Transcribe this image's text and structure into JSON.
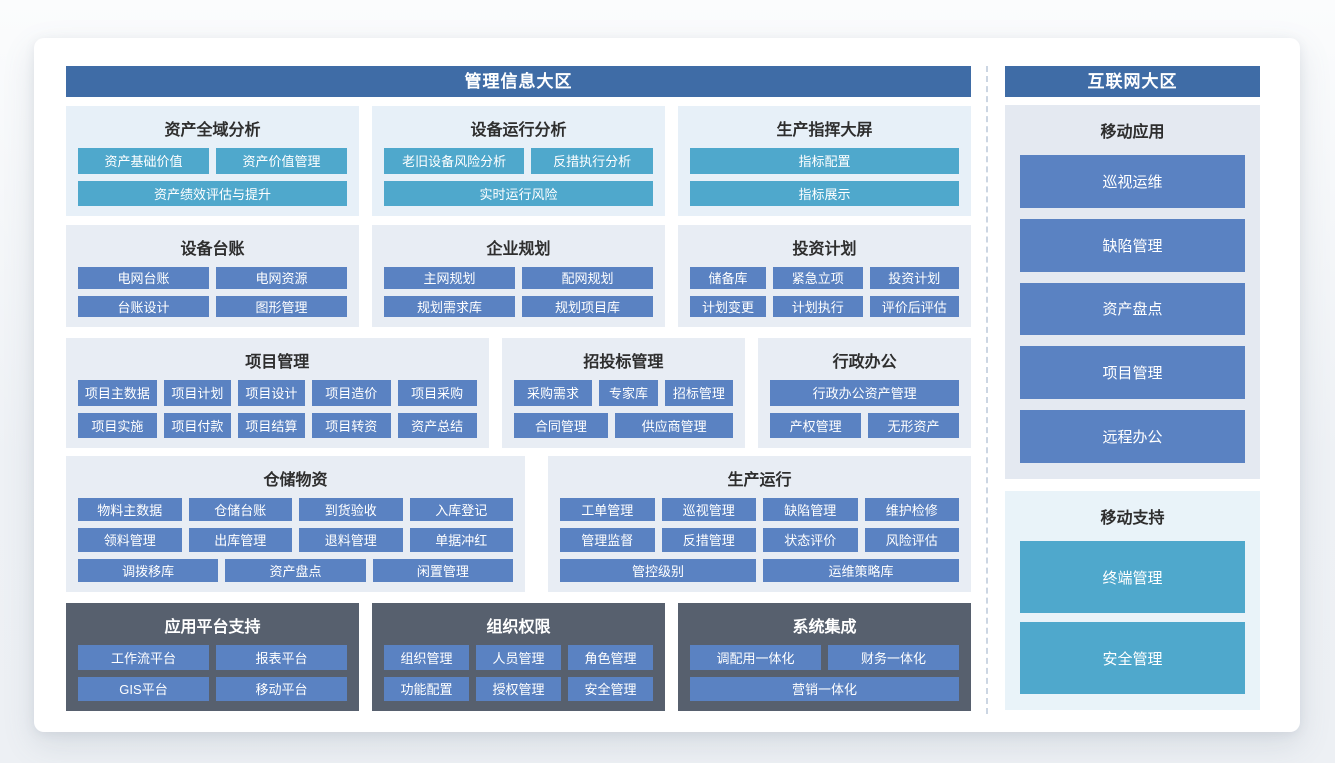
{
  "left_zone": {
    "header": "管理信息大区"
  },
  "right_zone": {
    "header": "互联网大区"
  },
  "panels": {
    "asset_analysis": {
      "title": "资产全域分析",
      "rows": [
        [
          "资产基础价值",
          "资产价值管理"
        ],
        [
          "资产绩效评估与提升"
        ]
      ]
    },
    "device_analysis": {
      "title": "设备运行分析",
      "rows": [
        [
          "老旧设备风险分析",
          "反措执行分析"
        ],
        [
          "实时运行风险"
        ]
      ]
    },
    "production_screen": {
      "title": "生产指挥大屏",
      "rows": [
        [
          "指标配置"
        ],
        [
          "指标展示"
        ]
      ]
    },
    "device_ledger": {
      "title": "设备台账",
      "rows": [
        [
          "电网台账",
          "电网资源"
        ],
        [
          "台账设计",
          "图形管理"
        ]
      ]
    },
    "enterprise_planning": {
      "title": "企业规划",
      "rows": [
        [
          "主网规划",
          "配网规划"
        ],
        [
          "规划需求库",
          "规划项目库"
        ]
      ]
    },
    "investment_plan": {
      "title": "投资计划",
      "rows": [
        [
          "储备库",
          "紧急立项",
          "投资计划"
        ],
        [
          "计划变更",
          "计划执行",
          "评价后评估"
        ]
      ]
    },
    "project_mgmt": {
      "title": "项目管理",
      "rows": [
        [
          "项目主数据",
          "项目计划",
          "项目设计",
          "项目造价",
          "项目采购"
        ],
        [
          "项目实施",
          "项目付款",
          "项目结算",
          "项目转资",
          "资产总结"
        ]
      ]
    },
    "bidding_mgmt": {
      "title": "招投标管理",
      "rows": [
        [
          "采购需求",
          "专家库",
          "招标管理"
        ],
        [
          "合同管理",
          "供应商管理"
        ]
      ]
    },
    "admin_office": {
      "title": "行政办公",
      "rows": [
        [
          "行政办公资产管理"
        ],
        [
          "产权管理",
          "无形资产"
        ]
      ]
    },
    "warehouse": {
      "title": "仓储物资",
      "rows": [
        [
          "物料主数据",
          "仓储台账",
          "到货验收",
          "入库登记"
        ],
        [
          "领料管理",
          "出库管理",
          "退料管理",
          "单据冲红"
        ],
        [
          "调拨移库",
          "资产盘点",
          "闲置管理"
        ]
      ]
    },
    "production_ops": {
      "title": "生产运行",
      "rows": [
        [
          "工单管理",
          "巡视管理",
          "缺陷管理",
          "维护检修"
        ],
        [
          "管理监督",
          "反措管理",
          "状态评价",
          "风险评估"
        ],
        [
          "管控级别",
          "运维策略库"
        ]
      ]
    },
    "platform_support": {
      "title": "应用平台支持",
      "rows": [
        [
          "工作流平台",
          "报表平台"
        ],
        [
          "GIS平台",
          "移动平台"
        ]
      ]
    },
    "org_permission": {
      "title": "组织权限",
      "rows": [
        [
          "组织管理",
          "人员管理",
          "角色管理"
        ],
        [
          "功能配置",
          "授权管理",
          "安全管理"
        ]
      ]
    },
    "system_integration": {
      "title": "系统集成",
      "rows": [
        [
          "调配用一体化",
          "财务一体化"
        ],
        [
          "营销一体化"
        ]
      ]
    },
    "mobile_app": {
      "title": "移动应用",
      "buttons": [
        "巡视运维",
        "缺陷管理",
        "资产盘点",
        "项目管理",
        "远程办公"
      ]
    },
    "mobile_support": {
      "title": "移动支持",
      "buttons": [
        "终端管理",
        "安全管理"
      ]
    }
  },
  "colors": {
    "zone_header_bg": "#3f6ca6",
    "teal_button": "#4fa8cc",
    "blue_button": "#5a82c2",
    "dark_panel_bg": "#57606e",
    "light_blue_panel_bg": "#e7f0f8",
    "light_gray_panel_bg": "#e8edf4",
    "mobile_app_panel_bg": "#e4e9f1",
    "mobile_support_panel_bg": "#e9f3f9",
    "divider_dash": "#ccd6e3"
  }
}
